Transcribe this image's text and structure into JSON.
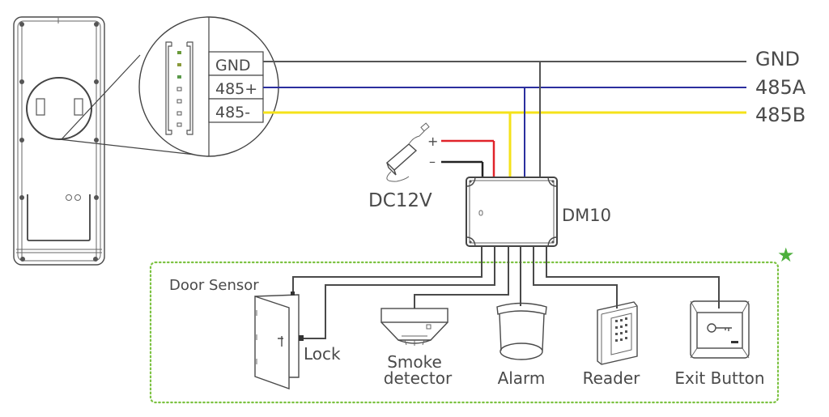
{
  "connector_labels": {
    "pin_gnd": "GND",
    "pin_485_plus": "485+",
    "pin_485_minus": "485-"
  },
  "bus_labels": {
    "gnd": "GND",
    "a": "485A",
    "b": "485B"
  },
  "power": {
    "label": "DC12V",
    "plus": "+",
    "minus": "–"
  },
  "controller": {
    "label": "DM10"
  },
  "devices": {
    "door_sensor": "Door Sensor",
    "lock": "Lock",
    "smoke_line1": "Smoke",
    "smoke_line2": "detector",
    "alarm": "Alarm",
    "reader": "Reader",
    "exit_button": "Exit Button"
  },
  "colors": {
    "gnd_wire": "#555555",
    "rs485_a_wire": "#2b2f9e",
    "rs485_b_wire": "#f5e21a",
    "power_plus_wire": "#e0232a",
    "power_minus_wire": "#222222",
    "optional_box": "#7cc242",
    "star": "#4caf3c"
  },
  "optional_marker": "★"
}
